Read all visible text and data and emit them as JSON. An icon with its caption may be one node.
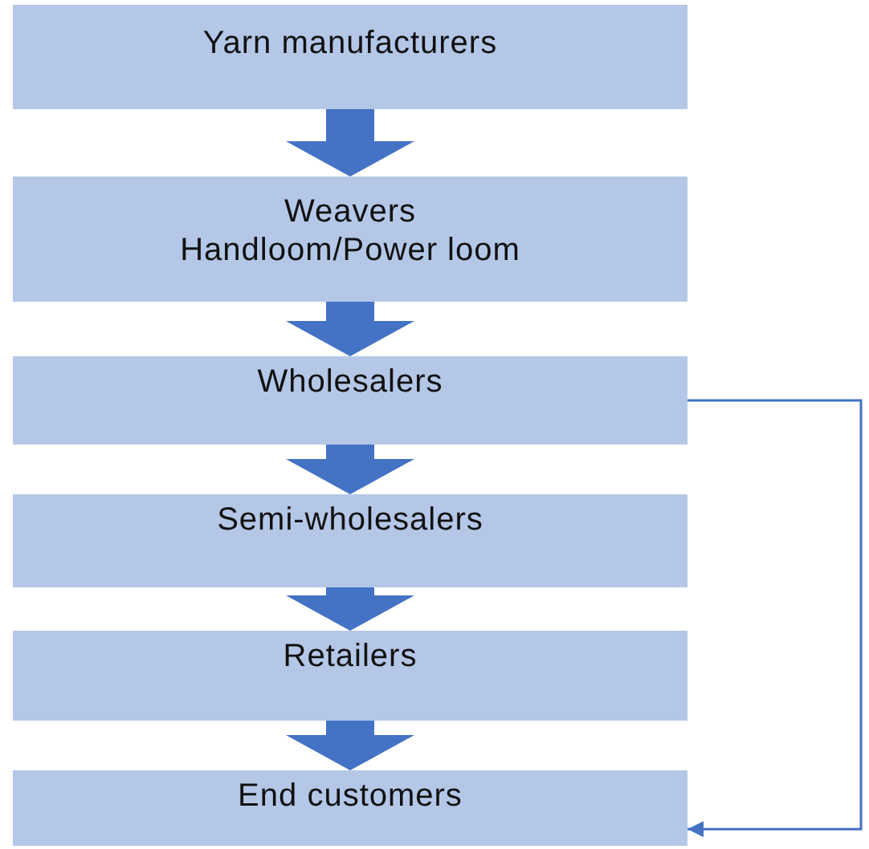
{
  "diagram": {
    "nodes": [
      {
        "text": [
          "Yarn manufacturers"
        ]
      },
      {
        "text": [
          "Weavers",
          "Handloom/Power loom"
        ]
      },
      {
        "text": [
          "Wholesalers"
        ]
      },
      {
        "text": [
          "Semi-wholesalers"
        ]
      },
      {
        "text": [
          "Retailers"
        ]
      },
      {
        "text": [
          "End customers"
        ]
      }
    ],
    "edges": [
      {
        "from": 0,
        "to": 1,
        "arrow": "to"
      },
      {
        "from": 1,
        "to": 2,
        "arrow": "to"
      },
      {
        "from": 2,
        "to": 3,
        "arrow": "to"
      },
      {
        "from": 3,
        "to": 4,
        "arrow": "to"
      },
      {
        "from": 4,
        "to": 5,
        "arrow": "to"
      },
      {
        "from": 2,
        "to": 5,
        "arrow": "to"
      }
    ]
  }
}
